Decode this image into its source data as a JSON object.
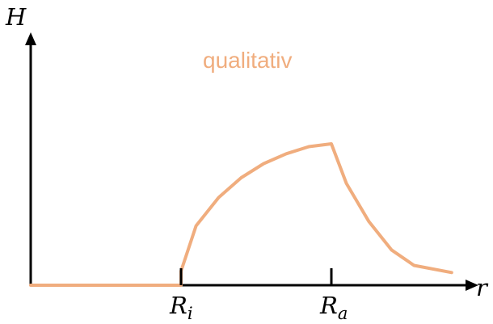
{
  "chart_data": {
    "type": "line",
    "title": "",
    "annotation": "qualitativ",
    "xlabel": "r",
    "ylabel": "H",
    "ticks": [
      {
        "base": "R",
        "sub": "i",
        "value": 1.0
      },
      {
        "base": "R",
        "sub": "a",
        "value": 2.0
      }
    ],
    "series": [
      {
        "color": "#f0ad7e",
        "x": [
          0,
          1.0,
          1.0,
          1.1,
          1.25,
          1.4,
          1.55,
          1.7,
          1.85,
          2.0,
          2.0,
          2.1,
          2.25,
          2.4,
          2.55,
          2.8
        ],
        "y": [
          0,
          0,
          0.1,
          0.42,
          0.62,
          0.76,
          0.86,
          0.93,
          0.98,
          1.0,
          1.0,
          0.72,
          0.45,
          0.25,
          0.14,
          0.09
        ]
      }
    ],
    "xlim": [
      0,
      3.0
    ],
    "ylim": [
      0,
      1.75
    ],
    "grid": false,
    "legend": "none",
    "axis_color": "#000000"
  }
}
